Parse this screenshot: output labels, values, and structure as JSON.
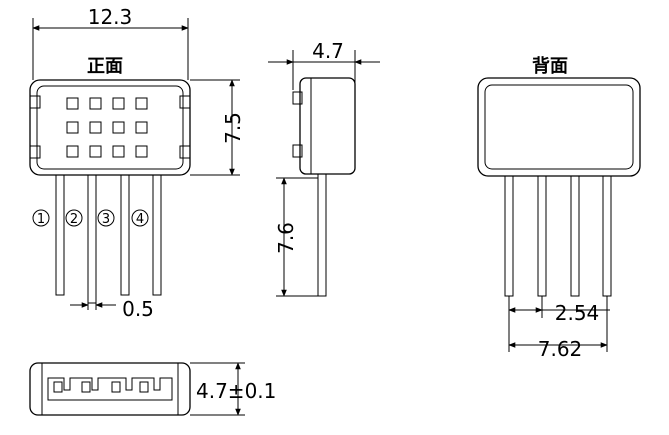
{
  "front_view": {
    "label": "正面",
    "width_dim": "12.3",
    "height_dim": "7.5",
    "pin_gap_dim": "0.5",
    "pin_labels": [
      "①",
      "②",
      "③",
      "④"
    ]
  },
  "side_view": {
    "depth_dim": "4.7",
    "pin_length_dim": "7.6"
  },
  "back_view": {
    "label": "背面",
    "pitch_dim": "2.54",
    "span_dim": "7.62"
  },
  "bottom_view": {
    "thickness_dim": "4.7±0.1"
  }
}
